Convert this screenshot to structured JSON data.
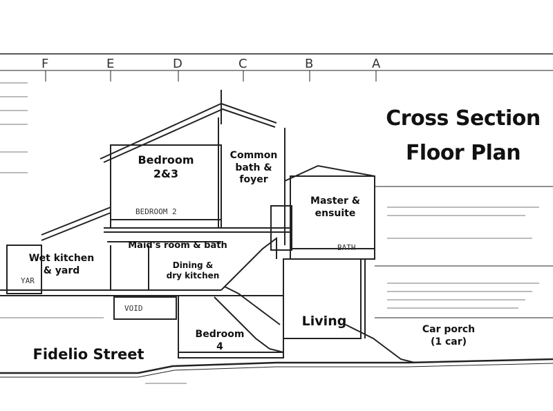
{
  "title": {
    "line1": "Cross Section",
    "line2": "Floor Plan"
  },
  "grid_letters": [
    "F",
    "E",
    "D",
    "C",
    "B",
    "A"
  ],
  "rooms": {
    "bedroom_23": "Bedroom\n2&3",
    "common_bath": "Common\nbath &\nfoyer",
    "master": "Master &\nensuite",
    "maids_room": "Maid's room & bath",
    "wet_kitchen": "Wet kitchen\n& yard",
    "dining": "Dining &\ndry kitchen",
    "living": "Living",
    "bedroom_4": "Bedroom\n4",
    "car_porch": "Car porch\n(1 car)"
  },
  "street": "Fidelio Street",
  "drawing_text": {
    "bedroom2": "BEDROOM   2",
    "bath": "BATH",
    "void": "VOID",
    "yard": "YAR"
  }
}
